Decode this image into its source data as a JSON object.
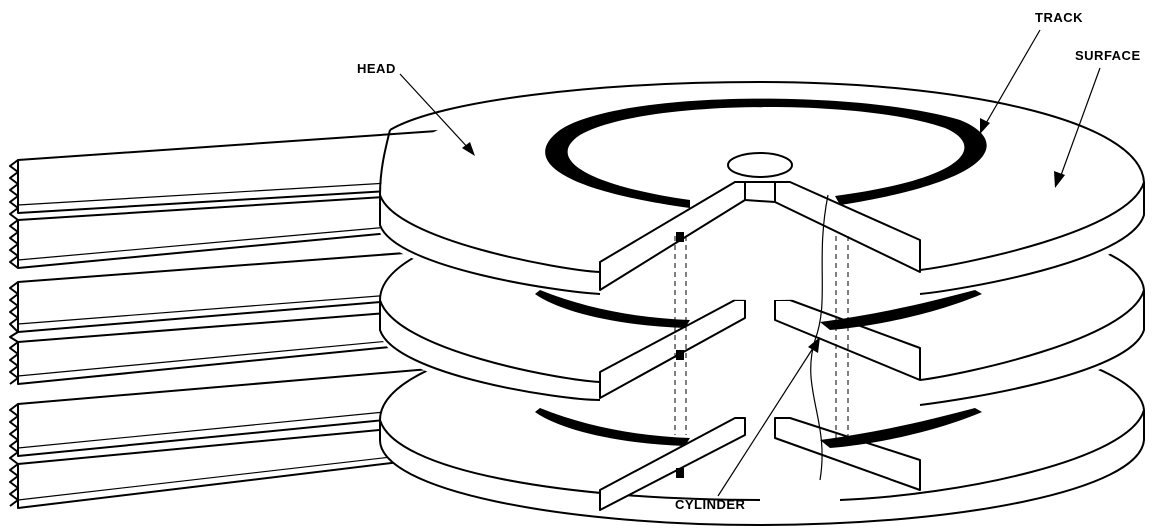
{
  "labels": {
    "head": "HEAD",
    "track": "TRACK",
    "surface": "SURFACE",
    "cylinder": "CYLINDER"
  },
  "parts": {
    "platter_count": 3,
    "arm_count": 6
  }
}
